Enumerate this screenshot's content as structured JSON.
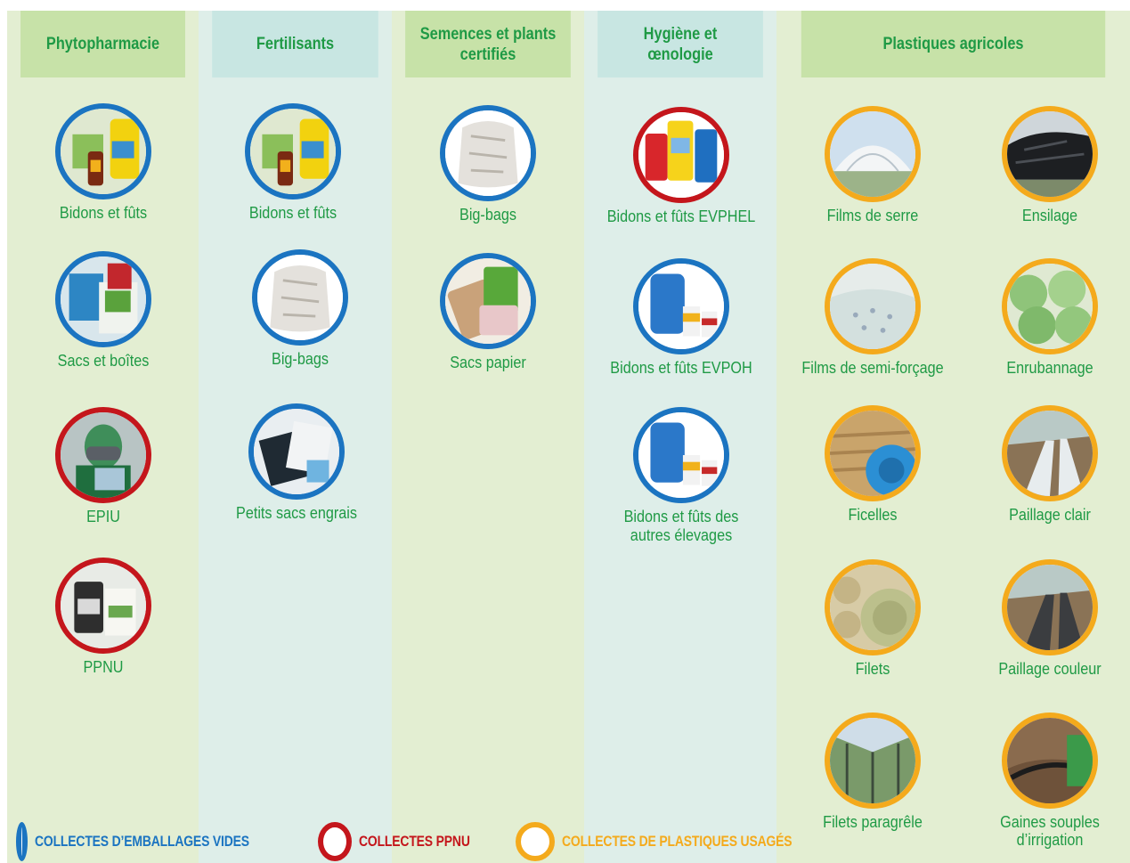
{
  "columns": [
    {
      "title": "Phytopharmacie",
      "items": [
        "Bidons et fûts",
        "Sacs et boîtes",
        "EPIU",
        "PPNU"
      ]
    },
    {
      "title": "Fertilisants",
      "items": [
        "Bidons et fûts",
        "Big-bags",
        "Petits sacs engrais"
      ]
    },
    {
      "title": "Semences et plants certifiés",
      "items": [
        "Big-bags",
        "Sacs papier"
      ]
    },
    {
      "title": "Hygiène et œnologie",
      "items": [
        "Bidons et fûts EVPHEL",
        "Bidons et fûts EVPOH",
        "Bidons et fûts des autres élevages"
      ]
    },
    {
      "title": "Plastiques agricoles",
      "items": [
        "Films de serre",
        "Ensilage",
        "Films de semi-forçage",
        "Enrubannage",
        "Ficelles",
        "Paillage clair",
        "Filets",
        "Paillage couleur",
        "Filets paragrêle",
        "Gaines souples d’irrigation"
      ]
    }
  ],
  "legend": [
    {
      "label": "COLLECTES D’EMBALLAGES VIDES",
      "color": "#1b74c1"
    },
    {
      "label": "COLLECTES PPNU",
      "color": "#c4161c"
    },
    {
      "label": "COLLECTES DE PLASTIQUES USAGÉS",
      "color": "#f4aa1c"
    }
  ],
  "colors": {
    "title_green": "#1f9a45",
    "ring_blue": "#1b74c1",
    "ring_red": "#c4161c",
    "ring_orange": "#f4aa1c"
  }
}
